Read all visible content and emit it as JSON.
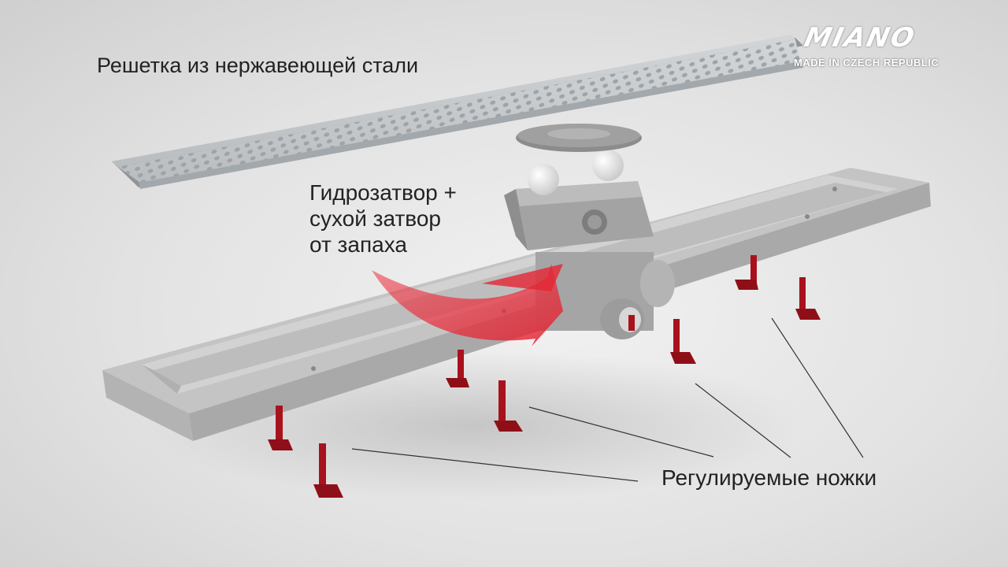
{
  "brand": {
    "logo_text": "MIANO",
    "tagline": "MADE IN CZECH REPUBLIC"
  },
  "labels": {
    "grate": "Решетка из нержавеющей стали",
    "trap_line1": "Гидрозатвор +",
    "trap_line2": "сухой затвор",
    "trap_line3": "от запаха",
    "legs": "Регулируемые ножки"
  },
  "colors": {
    "background": "#e4e4e4",
    "channel": "#c9c9c9",
    "grate": "#bfc3c6",
    "legs": "#a8121d",
    "arrow": "#e8323f"
  }
}
